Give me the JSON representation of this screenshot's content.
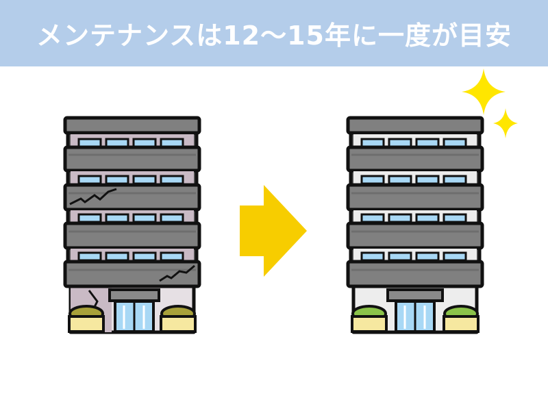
{
  "banner": {
    "title": "メンテナンスは12〜15年に一度が目安"
  },
  "illustration": {
    "before": "old-damaged-apartment-building",
    "after": "renovated-apartment-building",
    "arrow": "right-arrow-icon",
    "sparkle": "sparkle-icon"
  },
  "colors": {
    "banner_bg": "#b4cdea",
    "arrow": "#f7cd00",
    "sparkle": "#ffe600",
    "building_band": "#808080",
    "building_body": "#5a5a5a",
    "window": "#a8d8f5",
    "old_wall": "#c9bac5",
    "plant_old": "#a8a13a",
    "plant_new": "#8bc34a"
  }
}
